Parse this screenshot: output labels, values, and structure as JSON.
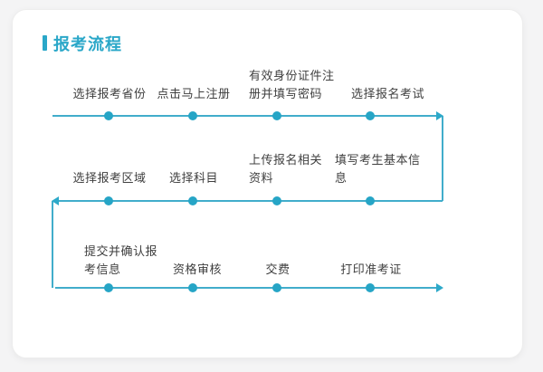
{
  "page": {
    "background_color": "#f4f4f5",
    "card_background_color": "#ffffff"
  },
  "header": {
    "title": "报考流程",
    "accent_color": "#2aa7c8"
  },
  "flow": {
    "line_color": "#41adcb",
    "dot_color": "#26a5c6",
    "label_color": "#3f3f3f",
    "rows": [
      {
        "direction": "left-to-right",
        "steps": [
          {
            "label": "选择报考省份"
          },
          {
            "label": "点击马上注册"
          },
          {
            "label": "有效身份证件注册并填写密码",
            "line1": "有效身份证件注",
            "line2": "册并填写密码"
          },
          {
            "label": "选择报名考试"
          }
        ]
      },
      {
        "direction": "right-to-left",
        "steps": [
          {
            "label": "选择报考区域"
          },
          {
            "label": "选择科目"
          },
          {
            "label": "上传报名相关资料",
            "line1": "上传报名相关",
            "line2": "资料"
          },
          {
            "label": "填写考生基本信息",
            "line1": "填写考生基本信",
            "line2": "息"
          }
        ]
      },
      {
        "direction": "left-to-right",
        "steps": [
          {
            "label": "提交并确认报考信息",
            "line1": "提交并确认报",
            "line2": "考信息"
          },
          {
            "label": "资格审核"
          },
          {
            "label": "交费"
          },
          {
            "label": "打印准考证"
          }
        ]
      }
    ]
  }
}
